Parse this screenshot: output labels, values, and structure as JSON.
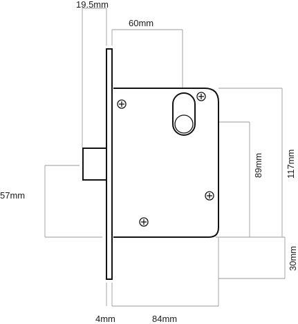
{
  "dimensions": {
    "backset": "19.5mm",
    "cylinder_offset": "60mm",
    "height_89": "89mm",
    "height_117": "117mm",
    "forend_height": "57mm",
    "height_30": "30mm",
    "forend_thickness": "4mm",
    "case_width": "84mm"
  },
  "colors": {
    "outline": "#111111",
    "dimension_line": "#9a9a9a",
    "text": "#1a1a1a"
  }
}
